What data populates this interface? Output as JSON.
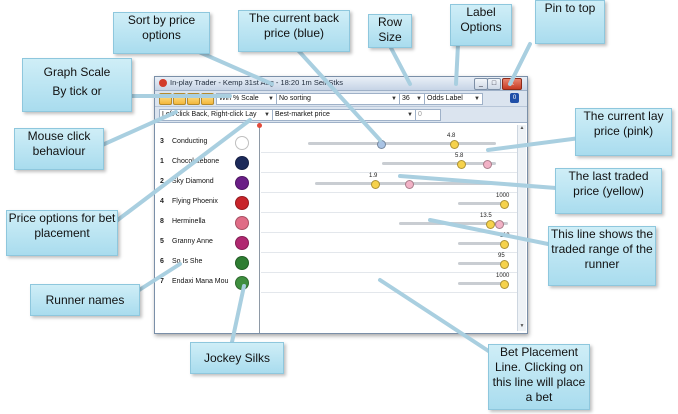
{
  "window": {
    "title": "In-play Trader - Kemp 31st Aug - 18:20 1m Sell Stks",
    "btn_min": "_",
    "btn_max": "□",
    "btn_close": "x"
  },
  "toolbar": {
    "scale_select": "Win % Scale",
    "sort_select": "No sorting",
    "row_size": "36",
    "label_select": "Odds Label",
    "pin_label": "0"
  },
  "toolbar2": {
    "click_mode": "Left-click Back, Right-click Lay",
    "price_option": "Best-market price",
    "stake": "0"
  },
  "runners": [
    {
      "number": "3",
      "name": "Conducting",
      "silk_color": "#ffffff",
      "price_label": "4.8"
    },
    {
      "number": "1",
      "name": "Chocolatebone",
      "silk_color": "#1c2a5a",
      "price_label": "5.8"
    },
    {
      "number": "2",
      "name": "Sky Diamond",
      "silk_color": "#6a1e86",
      "price_label": "1.9"
    },
    {
      "number": "4",
      "name": "Flying Phoenix",
      "silk_color": "#c8242a",
      "price_label": "1000"
    },
    {
      "number": "8",
      "name": "Herminella",
      "silk_color": "#e06c86",
      "price_label": "13.5"
    },
    {
      "number": "5",
      "name": "Granny Anne",
      "silk_color": "#b02870",
      "price_label": "110"
    },
    {
      "number": "6",
      "name": "So Is She",
      "silk_color": "#2e7d32",
      "price_label": "95"
    },
    {
      "number": "7",
      "name": "Endaxi Mana Mou",
      "silk_color": "#3f8f3f",
      "price_label": "1000"
    }
  ],
  "callouts": {
    "sort": "Sort by price options",
    "back": "The current back price (blue)",
    "row": "Row Size",
    "label": "Label Options",
    "pin": "Pin to top",
    "scale_1": "Graph Scale",
    "scale_2": "By tick or",
    "mouse": "Mouse click behaviour",
    "lay": "The current lay price (pink)",
    "last": "The last traded price (yellow)",
    "priceopts": "Price options for bet placement",
    "range": "This line shows the traded range of the runner",
    "names": "Runner names",
    "silks": "Jockey Silks",
    "betline": "Bet Placement Line. Clicking on this line will place a bet"
  },
  "colors": {
    "callout_bg": "#b8e3f2",
    "back_marker": "#a9c3e4",
    "lay_marker": "#f2b2c6",
    "last_marker": "#f6d24c",
    "bet_line_handle": "#e14a3b"
  }
}
